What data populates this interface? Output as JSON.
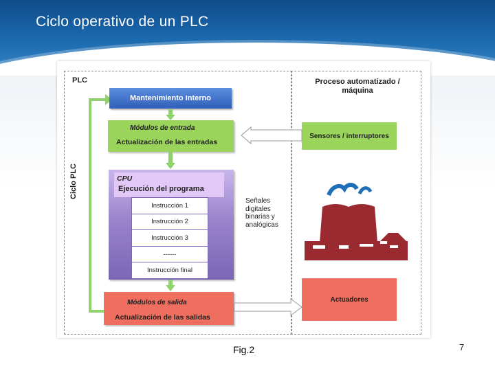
{
  "slide": {
    "title": "Ciclo operativo de un PLC",
    "caption": "Fig.2",
    "page_number": "7"
  },
  "diagram": {
    "plc_label": "PLC",
    "process_label": "Proceso automatizado / máquina",
    "cycle_label": "Ciclo PLC",
    "maintenance": "Mantenimiento interno",
    "input_modules": "Módulos de entrada",
    "input_update": "Actualización de las entradas",
    "cpu": "CPU",
    "program_execution": "Ejecución del programa",
    "instructions": [
      "Instrucción 1",
      "Instrucción 2",
      "Instrucción 3",
      "------",
      "Instrucción final"
    ],
    "output_modules": "Módulos de salida",
    "output_update": "Actualización de las salidas",
    "sensors": "Sensores / interruptores",
    "actuators": "Actuadores",
    "signals": "Señales digitales binarias y analógicas",
    "plant_icon": "factory-plant-icon"
  },
  "colors": {
    "header_blue": "#1c6bb0",
    "green": "#9ad45b",
    "blue_box": "#2f5fb8",
    "purple": "#9a84cc",
    "red": "#ee6f5f",
    "plant": "#9a2a2f",
    "steam": "#1f6fb8"
  }
}
